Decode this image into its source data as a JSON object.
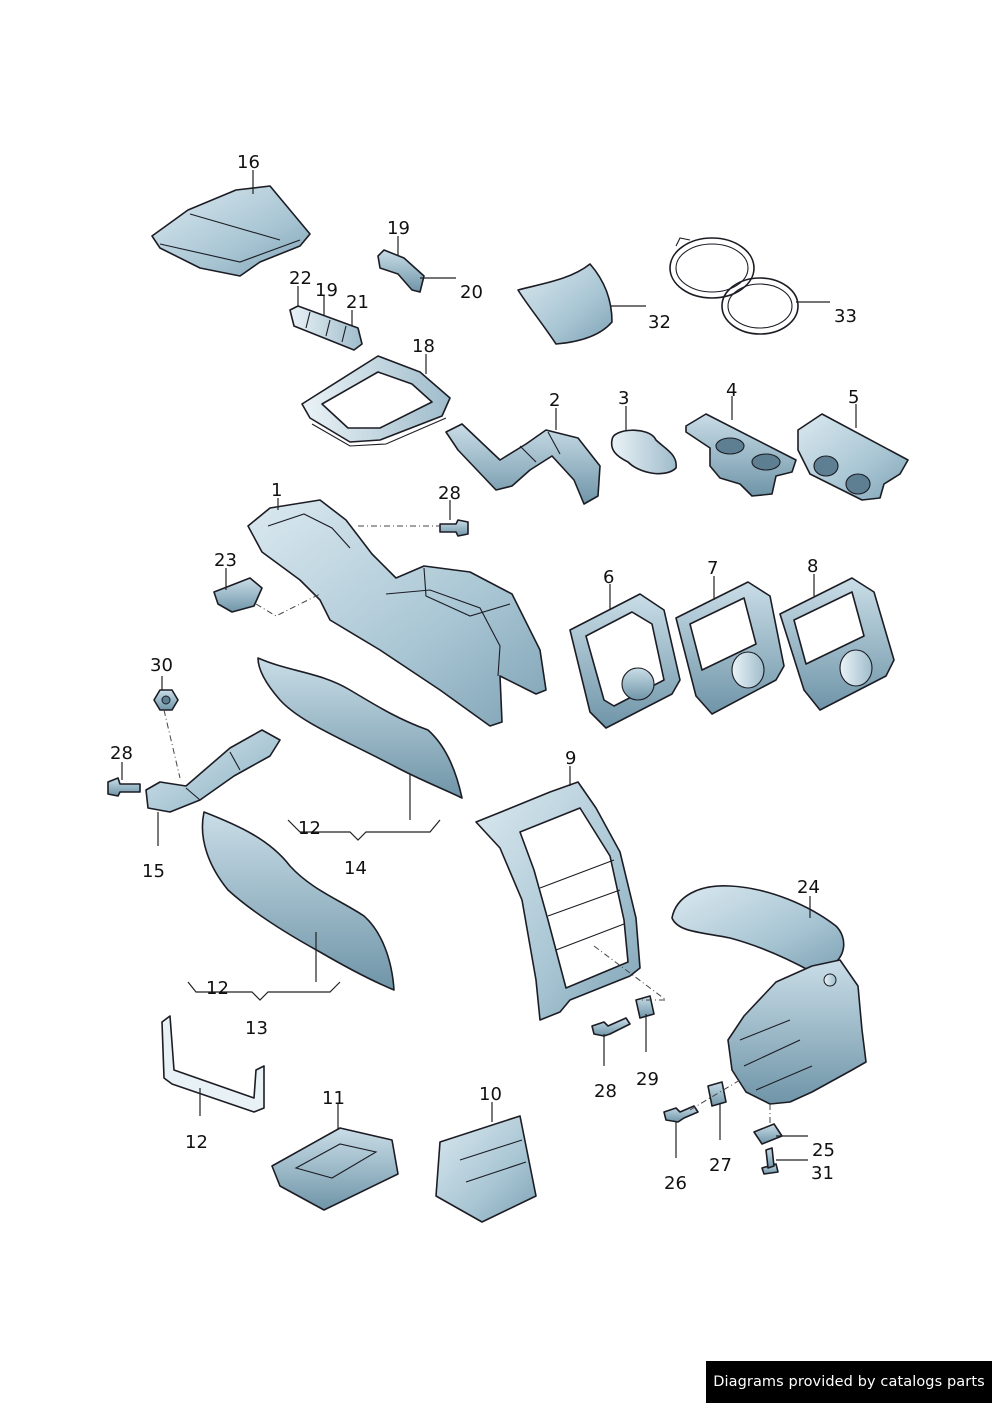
{
  "labels": [
    "16",
    "19",
    "20",
    "22",
    "19",
    "21",
    "32",
    "33",
    "18",
    "2",
    "3",
    "4",
    "5",
    "1",
    "28",
    "23",
    "6",
    "7",
    "8",
    "30",
    "28",
    "15",
    "12",
    "14",
    "9",
    "24",
    "12",
    "13",
    "12",
    "28",
    "29",
    "11",
    "10",
    "26",
    "27",
    "25",
    "31"
  ],
  "watermark": "Diagrams provided by catalogs parts",
  "colors": {
    "part_fill_light": "#c6dbe6",
    "part_fill_dark": "#8fb2c4",
    "outline": "#1c1c24",
    "watermark_bg": "#000000",
    "watermark_text": "#ffffff"
  }
}
